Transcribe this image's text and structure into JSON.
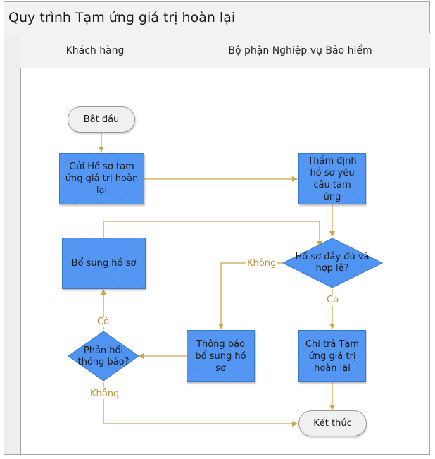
{
  "title": "Quy trình Tạm ứng giá trị hoàn lại",
  "lanes": [
    {
      "name": "Khách hàng"
    },
    {
      "name": "Bộ phận Nghiệp vụ Bảo hiểm"
    }
  ],
  "nodes": {
    "start": "Bắt đầu",
    "submit": "Gửi Hồ sơ tạm ứng giá trị hoàn lại",
    "appraise": "Thẩm định hồ sơ yêu cầu tạm ứng",
    "check": "Hồ sơ đầy đủ và hợp lệ?",
    "supplement": "Bổ sung hồ sơ",
    "notify": "Thông báo bổ sung hồ sơ",
    "respond": "Phản hồi thông báo?",
    "pay": "Chi trả Tạm ứng giá trị hoàn lại",
    "end": "Kết thúc"
  },
  "edge_labels": {
    "check_no": "Không",
    "check_yes": "Có",
    "respond_yes": "Có",
    "respond_no": "Không"
  },
  "colors": {
    "process_fill": "#4f94f2",
    "connector": "#c9a84c",
    "terminator_fill": "#f0f0f0"
  }
}
